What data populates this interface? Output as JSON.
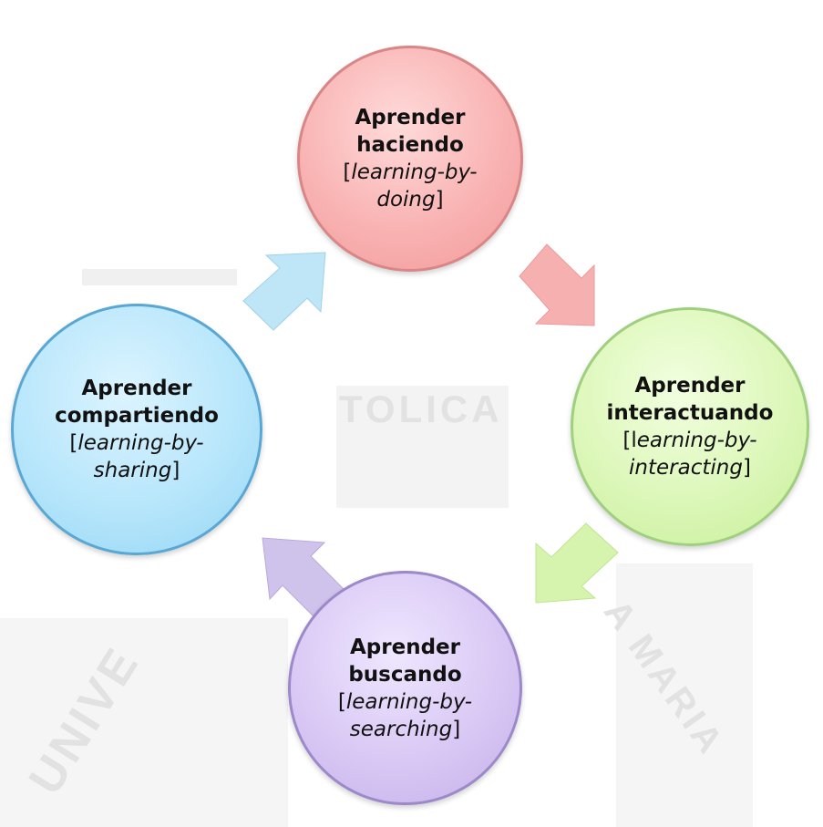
{
  "watermark": {
    "word_top": "TOLICA",
    "word_left": "UNIVE",
    "word_right": "A MARIA"
  },
  "nodes": {
    "top": {
      "bold1": "Aprender",
      "bold2": "haciendo",
      "open": "[",
      "italic1": "learning-by-",
      "italic2": "doing",
      "close": "]"
    },
    "right": {
      "bold1": "Aprender",
      "bold2": "interactuando",
      "open": "[l",
      "italic1": "earning-by-",
      "italic2": "interacting",
      "close": "]"
    },
    "bottom": {
      "bold1": "Aprender",
      "bold2": "buscando",
      "open": "[",
      "italic1": "learning-by-",
      "italic2": "searching",
      "close": "]"
    },
    "left": {
      "bold1": "Aprender",
      "bold2": "compartiendo",
      "open": "[",
      "italic1": "learning-by-",
      "italic2": "sharing",
      "close": "]"
    }
  },
  "colors": {
    "top": "#f6a8a8",
    "right": "#d3f4a8",
    "bottom": "#cdbdee",
    "left": "#a6dff8",
    "arrow_top_right": "#f7b0b0",
    "arrow_right_bottom": "#d6f4ad",
    "arrow_bottom_left": "#cfc3ec",
    "arrow_left_top": "#bfe6f7"
  }
}
